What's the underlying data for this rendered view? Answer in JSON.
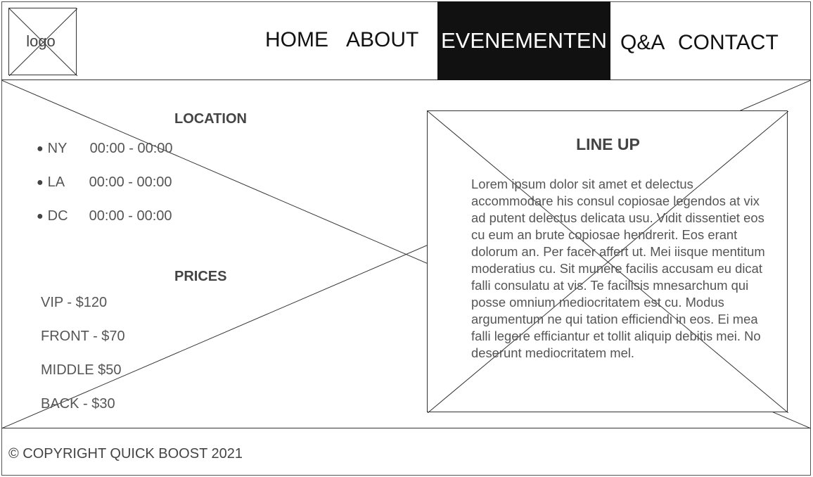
{
  "header": {
    "logo_text": "logo",
    "nav": [
      "HOME",
      "ABOUT",
      "EVENEMENTEN",
      "Q&A",
      "CONTACT"
    ],
    "active_nav": "EVENEMENTEN"
  },
  "location": {
    "title": "LOCATION",
    "items": [
      {
        "name": "NY",
        "time": "00:00 - 00:00"
      },
      {
        "name": "LA",
        "time": "00:00 - 00:00"
      },
      {
        "name": "DC",
        "time": "00:00 - 00:00"
      }
    ]
  },
  "prices": {
    "title": "PRICES",
    "items": [
      "VIP - $120",
      "FRONT - $70",
      "MIDDLE $50",
      "BACK - $30"
    ]
  },
  "lineup": {
    "title": "LINE UP",
    "text": "Lorem ipsum dolor sit amet et delectus accommodare his consul copiosae legendos at vix ad putent delectus delicata usu. Vidit dissentiet eos cu eum an brute copiosae hendrerit. Eos erant dolorum an. Per facer affert ut. Mei iisque mentitum moderatius cu. Sit munere facilis accusam eu dicat falli consulatu at vis. Te facilisis mnesarchum qui posse omnium mediocritatem est cu. Modus argumentum ne qui tation efficiendi in eos. Ei mea falli legere efficiantur et tollit aliquip debitis mei. No deserunt mediocritatem mel."
  },
  "footer": {
    "copyright": "© COPYRIGHT QUICK BOOST 2021"
  },
  "colors": {
    "active_nav_bg": "#111111",
    "active_nav_text": "#ffffff",
    "wireframe_line": "#333333"
  }
}
